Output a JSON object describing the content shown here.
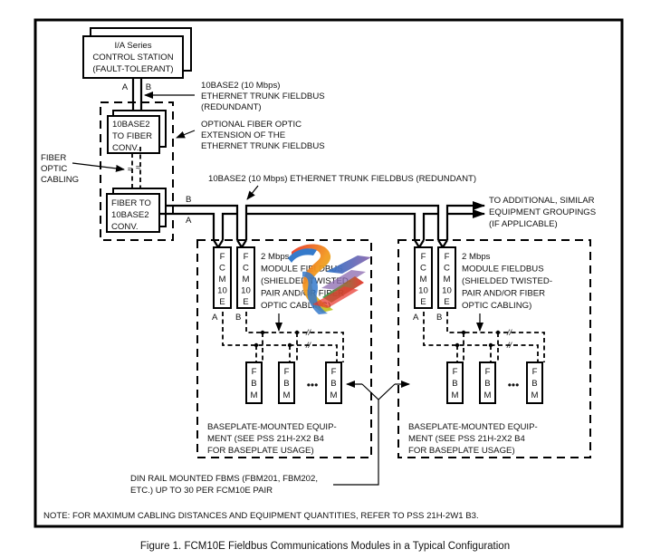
{
  "control_station": {
    "lines": [
      "I/A Series",
      "CONTROL STATION",
      "(FAULT-TOLERANT)"
    ],
    "port_a": "A",
    "port_b": "B"
  },
  "labels": {
    "ethernet_trunk_1": [
      "10BASE2 (10 Mbps)",
      "ETHERNET TRUNK FIELDBUS",
      "(REDUNDANT)"
    ],
    "optional_fiber": [
      "OPTIONAL FIBER OPTIC",
      "EXTENSION OF THE",
      "ETHERNET TRUNK FIELDBUS"
    ],
    "fiber_optic_cabling": [
      "FIBER",
      "OPTIC",
      "CABLING"
    ],
    "ethernet_trunk_2": "10BASE2 (10 Mbps) ETHERNET TRUNK FIELDBUS (REDUNDANT)",
    "to_additional": [
      "TO ADDITIONAL, SIMILAR",
      "EQUIPMENT GROUPINGS",
      "(IF APPLICABLE)"
    ],
    "bus_b": "B",
    "bus_a": "A",
    "din_rail": [
      "DIN RAIL MOUNTED FBMS (FBM201, FBM202,",
      "ETC.) UP TO 30 PER FCM10E PAIR"
    ],
    "note": "NOTE: FOR MAXIMUM CABLING DISTANCES AND EQUIPMENT QUANTITIES, REFER TO PSS 21H-2W1 B3."
  },
  "converters": {
    "to_fiber": [
      "10BASE2",
      "TO FIBER",
      "CONV."
    ],
    "from_fiber": [
      "FIBER TO",
      "10BASE2",
      "CONV."
    ]
  },
  "groups": [
    {
      "fcm_a": [
        "F",
        "C",
        "M",
        "10",
        "E"
      ],
      "fcm_b": [
        "F",
        "C",
        "M",
        "10",
        "E"
      ],
      "fcm_a_label": "A",
      "fcm_b_label": "B",
      "module_fieldbus": [
        "2 Mbps",
        "MODULE FIELDBUS",
        "(SHIELDED TWISTED-",
        "PAIR AND/OR FIBER",
        "OPTIC CABLING)"
      ],
      "fbm": [
        "F",
        "B",
        "M"
      ],
      "ellipsis": "•••",
      "baseplate": [
        "BASEPLATE-MOUNTED EQUIP-",
        "MENT (SEE PSS 21H-2X2 B4",
        "FOR BASEPLATE USAGE)"
      ]
    },
    {
      "fcm_a": [
        "F",
        "C",
        "M",
        "10",
        "E"
      ],
      "fcm_b": [
        "F",
        "C",
        "M",
        "10",
        "E"
      ],
      "fcm_a_label": "A",
      "fcm_b_label": "B",
      "module_fieldbus": [
        "2 Mbps",
        "MODULE FIELDBUS",
        "(SHIELDED TWISTED-",
        "PAIR AND/OR FIBER",
        "OPTIC CABLING)"
      ],
      "fbm": [
        "F",
        "B",
        "M"
      ],
      "ellipsis": "•••",
      "baseplate": [
        "BASEPLATE-MOUNTED EQUIP-",
        "MENT (SEE PSS 21H-2X2 B4",
        "FOR BASEPLATE USAGE)"
      ]
    }
  ],
  "caption": "Figure 1. FCM10E Fieldbus Communications Modules in a Typical Configuration",
  "overlay_logo": {
    "name": "watermark-logo",
    "colors": [
      "#e8342a",
      "#f39a1e",
      "#b9cf2a",
      "#2fa84f",
      "#2b73c9",
      "#3b57a8",
      "#8c6ab0"
    ]
  }
}
